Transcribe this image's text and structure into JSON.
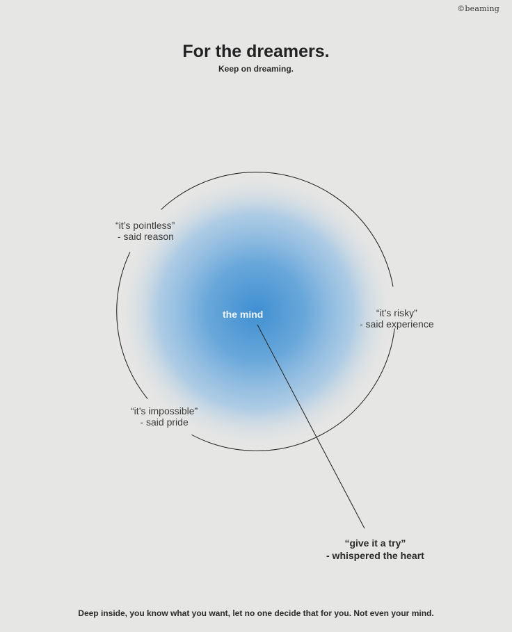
{
  "credit": "©beaming",
  "title": "For the dreamers.",
  "subtitle": "Keep on dreaming.",
  "center": {
    "label": "the mind",
    "glow_color": "#3f8fd2"
  },
  "quotes": [
    {
      "quote": "“it’s pointless”",
      "attribution": "- said reason"
    },
    {
      "quote": "“it’s risky”",
      "attribution": "- said experience"
    },
    {
      "quote": "“it’s impossible”",
      "attribution": "- said pride"
    },
    {
      "quote": "“give it a try”",
      "attribution": "- whispered the heart"
    }
  ],
  "footer": "Deep inside, you know what you want, let no one decide that for you. Not even your mind.",
  "colors": {
    "background": "#e6e6e4",
    "line": "#2b2b2b"
  }
}
